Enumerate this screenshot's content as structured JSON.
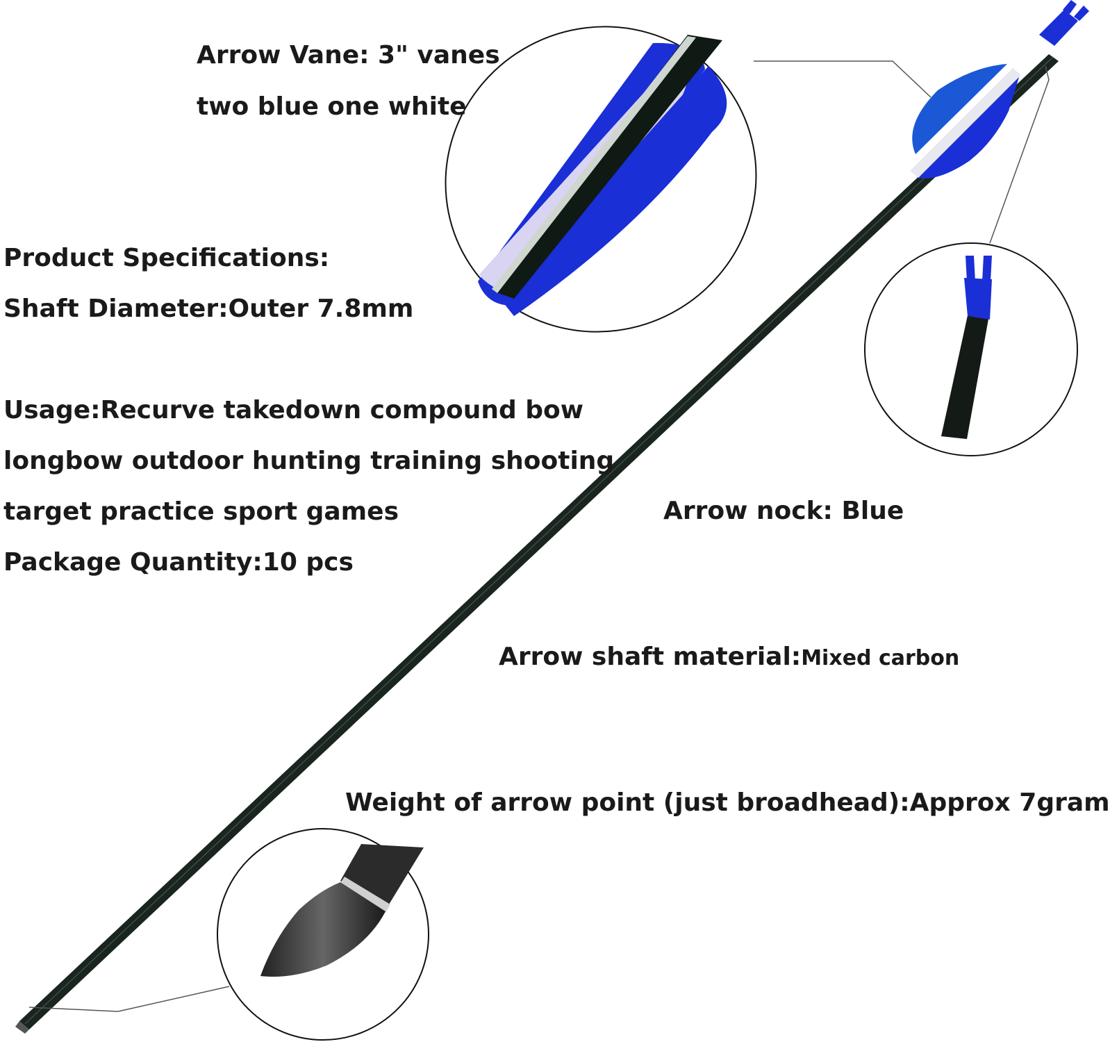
{
  "vane": {
    "line1": "Arrow Vane: 3\" vanes",
    "line2": "two blue  one white"
  },
  "specs": {
    "heading": "Product Specifications:",
    "diameter": "Shaft Diameter:Outer 7.8mm",
    "usage_line1": "Usage:Recurve takedown compound bow",
    "usage_line2": "longbow outdoor hunting training shooting",
    "usage_line3": "target practice sport games",
    "quantity": "Package Quantity:10 pcs"
  },
  "nock": {
    "label": "Arrow nock: Blue"
  },
  "shaft_material": {
    "label": "Arrow shaft material:",
    "value": "Mixed carbon"
  },
  "point": {
    "label": "Weight of arrow point (just broadhead):Approx 7gram"
  },
  "colors": {
    "shaft": "#14201a",
    "vane_blue": "#1a2fd6",
    "vane_white": "#d9d4f2",
    "outline": "#111111",
    "leader": "#555555"
  }
}
